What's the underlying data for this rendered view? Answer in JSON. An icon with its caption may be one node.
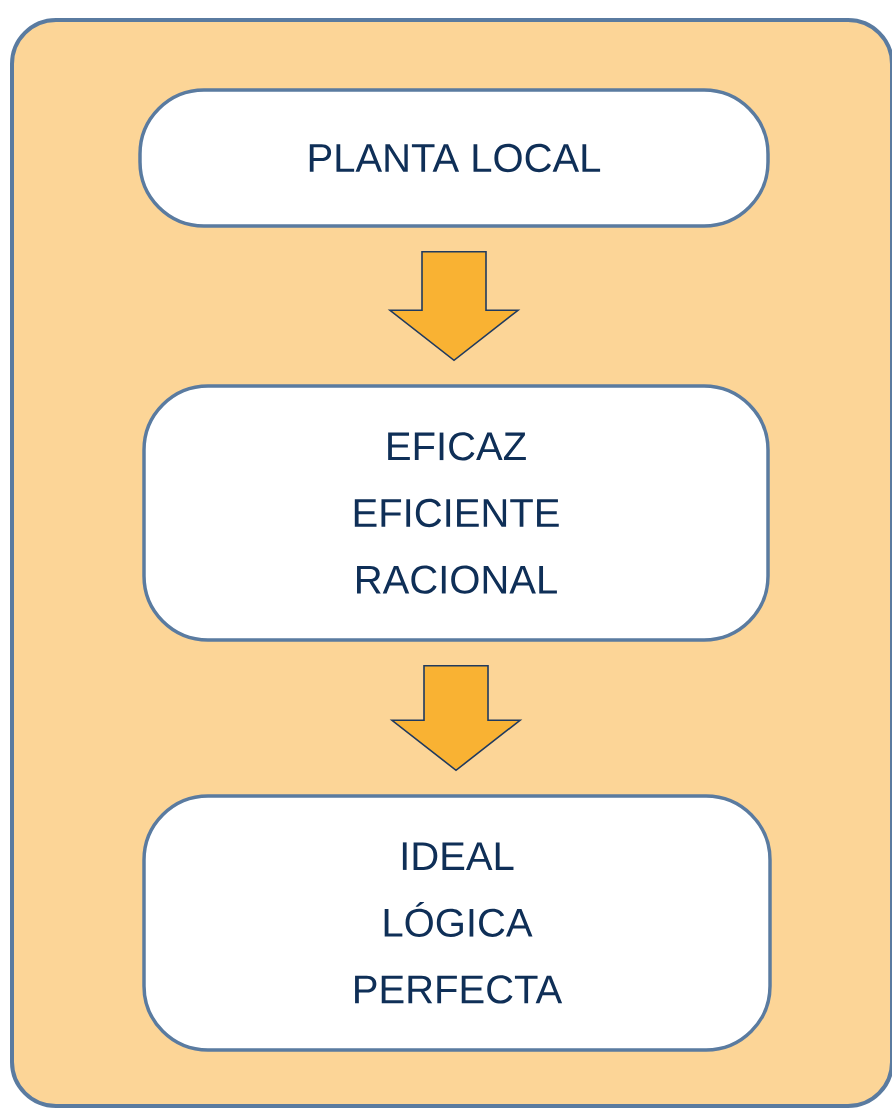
{
  "diagram": {
    "nodes": [
      {
        "text": [],
        "shape": "box"
      },
      {
        "text": [
          "PLANTA LOCAL"
        ],
        "in": 0
      },
      {
        "text": [
          "EFICAZ",
          "EFICIENTE",
          "RACIONAL"
        ],
        "in": 0
      },
      {
        "text": [
          "IDEAL",
          "LÓGICA",
          "PERFECTA"
        ],
        "in": 0
      }
    ],
    "edges": [
      {
        "from": 1,
        "to": 2,
        "arrow": "to"
      },
      {
        "from": 2,
        "to": 3,
        "arrow": "to"
      }
    ]
  }
}
